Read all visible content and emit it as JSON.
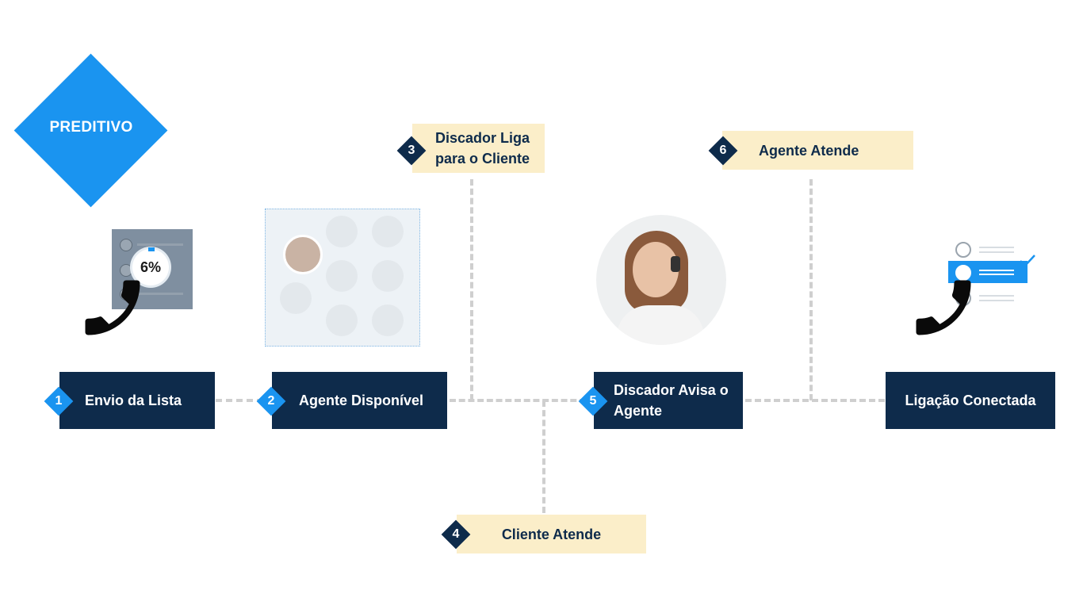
{
  "title": "PREDITIVO",
  "colors": {
    "accent_blue": "#1a94f0",
    "dark_navy": "#0e2b4b",
    "light_yellow": "#fbeec9",
    "connector_gray": "#cfcfcf"
  },
  "steps": [
    {
      "number": "1",
      "label": "Envio da Lista"
    },
    {
      "number": "2",
      "label": "Agente Disponível"
    },
    {
      "number": "3",
      "label": "Discador Liga para o Cliente"
    },
    {
      "number": "4",
      "label": "Cliente Atende"
    },
    {
      "number": "5",
      "label": "Discador Avisa o Agente"
    },
    {
      "number": "6",
      "label": "Agente Atende"
    }
  ],
  "final_step": {
    "label": "Ligação Conectada"
  },
  "progress_label": "6%",
  "icons": [
    "phone-icon",
    "phone-icon",
    "checkmark-icon"
  ]
}
